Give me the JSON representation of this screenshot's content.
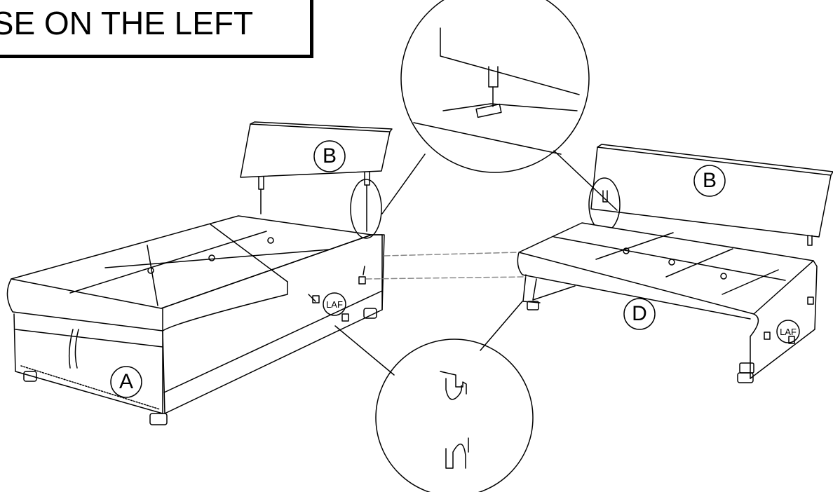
{
  "banner": {
    "text": "ISE ON THE LEFT"
  },
  "labels": {
    "part_a": "A",
    "part_b_left": "B",
    "part_b_right": "B",
    "part_d": "D",
    "laf_left": "LAF",
    "laf_right": "LAF"
  },
  "colors": {
    "ink": "#000000",
    "paper": "#ffffff",
    "guide": "#888888"
  }
}
